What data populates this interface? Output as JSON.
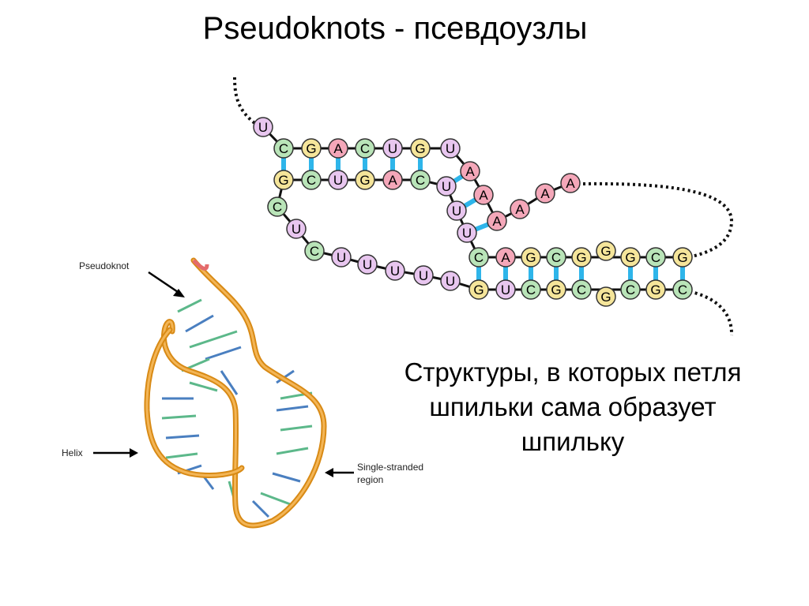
{
  "title": "Pseudoknots - псевдоузлы",
  "description": {
    "line1": "Структуры, в которых петля",
    "line2": "шпильки сама образует",
    "line3": "шпильку"
  },
  "annotations": {
    "pseudoknot": "Pseudoknot",
    "helix": "Helix",
    "single_stranded_1": "Single-stranded",
    "single_stranded_2": "region"
  },
  "colors": {
    "A": "#f4a7b9",
    "C": "#b9e4b8",
    "G": "#f5e59a",
    "U": "#e8c6ef",
    "bond": "#2eb5ea",
    "backbone_3d": "#e8a02c"
  },
  "nucleotides": {
    "top_strand_1": [
      "U",
      "C",
      "G",
      "A",
      "C",
      "U",
      "G",
      "U"
    ],
    "bottom_strand_1": [
      "G",
      "C",
      "U",
      "G",
      "A",
      "C"
    ],
    "left_loop": [
      "C",
      "U",
      "C"
    ],
    "bottom_loop": [
      "U",
      "U",
      "U",
      "U",
      "U"
    ],
    "middle_strand": [
      "U",
      "U",
      "U"
    ],
    "middle_right": [
      "A",
      "A",
      "A"
    ],
    "upper_loop": [
      "A",
      "A",
      "A"
    ],
    "top_strand_2": [
      "C",
      "A",
      "G",
      "C",
      "G",
      "G",
      "G",
      "C",
      "G"
    ],
    "bottom_strand_2": [
      "G",
      "U",
      "C",
      "G",
      "C",
      "G",
      "C",
      "G",
      "C"
    ]
  }
}
